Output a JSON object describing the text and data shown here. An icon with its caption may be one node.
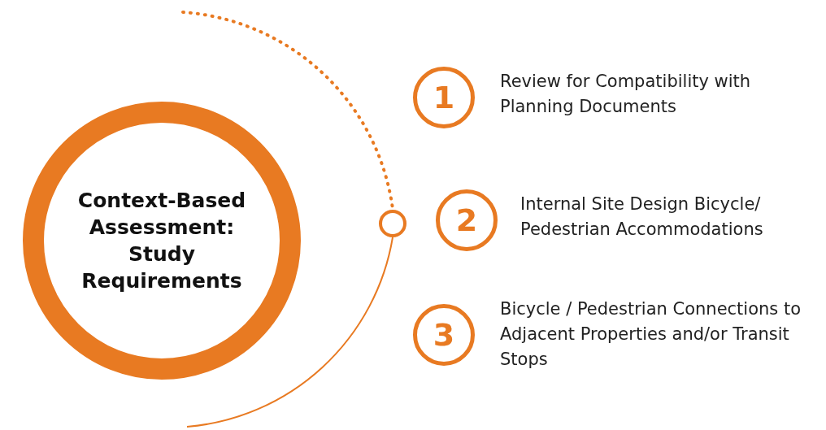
{
  "diagram": {
    "nodes": [
      {
        "text": [
          "Context-Based Assessment: Study Requirements"
        ]
      },
      {
        "text": [
          "1"
        ],
        "beside": [
          "Review for Compatibility with Planning Documents"
        ]
      },
      {
        "text": [
          "2"
        ],
        "beside": [
          "Internal Site Design Bicycle/ Pedestrian Accommodations"
        ]
      },
      {
        "text": [
          "3"
        ],
        "beside": [
          "Bicycle / Pedestrian Connections to Adjacent Properties and/or Transit Stops"
        ]
      }
    ]
  }
}
